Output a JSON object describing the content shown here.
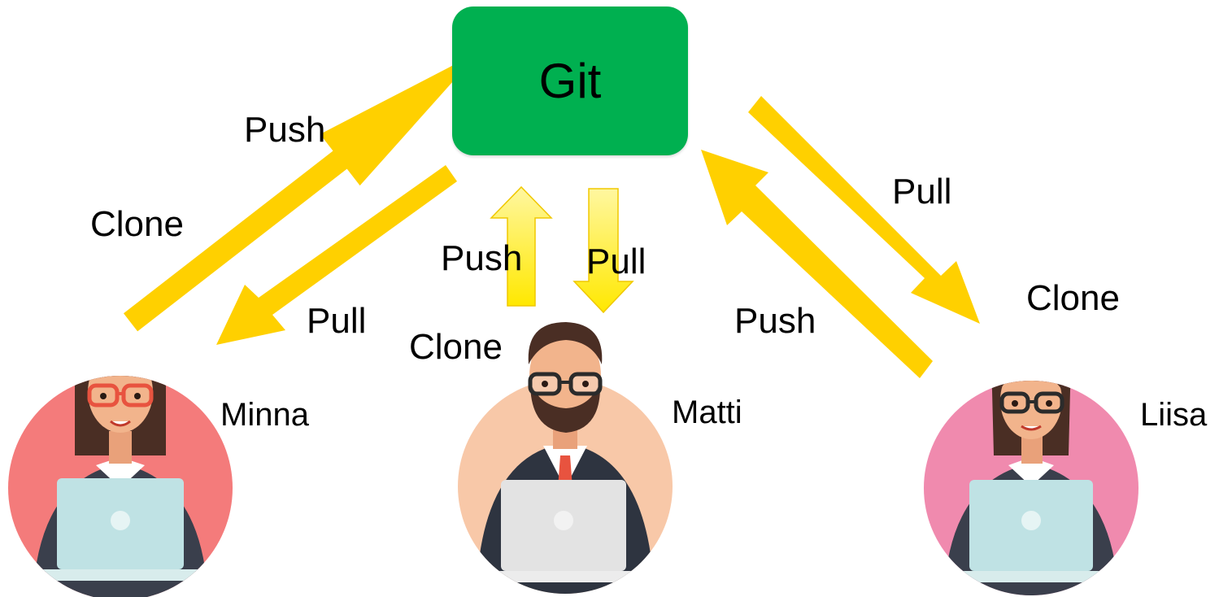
{
  "server": {
    "label": "Git"
  },
  "flows": {
    "minna_push": "Push",
    "minna_clone": "Clone",
    "minna_pull": "Pull",
    "matti_push": "Push",
    "matti_pull": "Pull",
    "matti_clone": "Clone",
    "liisa_pull": "Pull",
    "liisa_clone": "Clone",
    "liisa_push": "Push"
  },
  "users": [
    {
      "name": "Minna",
      "circle_color": "#f47b7b"
    },
    {
      "name": "Matti",
      "circle_color": "#f8c8a8"
    },
    {
      "name": "Liisa",
      "circle_color": "#f08aae"
    }
  ],
  "colors": {
    "server": "#00b050",
    "arrow": "#ffd000",
    "arrow_light": "#fff36a"
  }
}
